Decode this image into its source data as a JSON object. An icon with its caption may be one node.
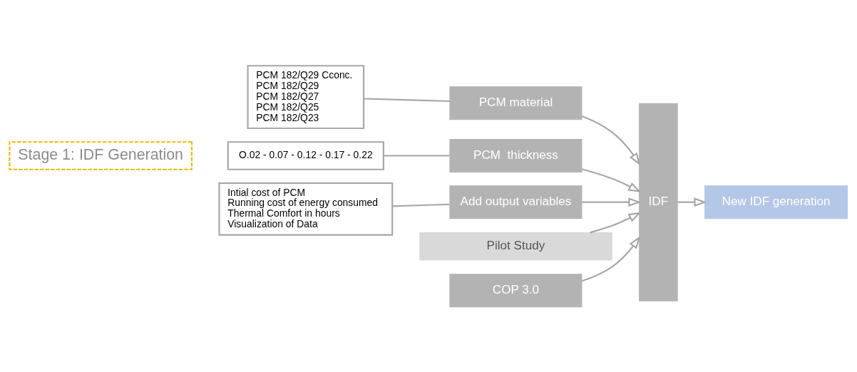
{
  "diagram": {
    "nodes": [
      {
        "text": [
          "Stage 1: IDF Generation"
        ]
      },
      {
        "text": [
          "Pilot Study"
        ]
      },
      {
        "text": [
          "PCM 182/Q29 Cconc.",
          "PCM 182/Q29",
          "PCM 182/Q27",
          "PCM 182/Q25",
          "PCM 182/Q23"
        ]
      },
      {
        "text": [
          "O.02 - 0.07 - 0.12 - 0.17 - 0.22"
        ]
      },
      {
        "text": [
          "Intial cost of PCM",
          "Running cost of energy consumed",
          "Thermal Comfort in hours",
          "Visualization of Data"
        ]
      },
      {
        "text": [
          "PCM material"
        ]
      },
      {
        "text": [
          "PCM  thickness"
        ]
      },
      {
        "text": [
          "Add output variables"
        ]
      },
      {
        "text": [
          "COP 3.0"
        ]
      },
      {
        "text": [
          "IDF"
        ]
      },
      {
        "text": [
          "New IDF generation"
        ]
      }
    ],
    "edges": [
      {
        "from": 2,
        "to": 5,
        "arrow": "none"
      },
      {
        "from": 3,
        "to": 6,
        "arrow": "none"
      },
      {
        "from": 4,
        "to": 7,
        "arrow": "none"
      },
      {
        "from": 5,
        "to": 9,
        "arrow": "to"
      },
      {
        "from": 6,
        "to": 9,
        "arrow": "to"
      },
      {
        "from": 7,
        "to": 9,
        "arrow": "to"
      },
      {
        "from": 8,
        "to": 9,
        "arrow": "to"
      },
      {
        "from": 1,
        "to": 9,
        "arrow": "to"
      },
      {
        "from": 9,
        "to": 10,
        "arrow": "to"
      }
    ]
  }
}
